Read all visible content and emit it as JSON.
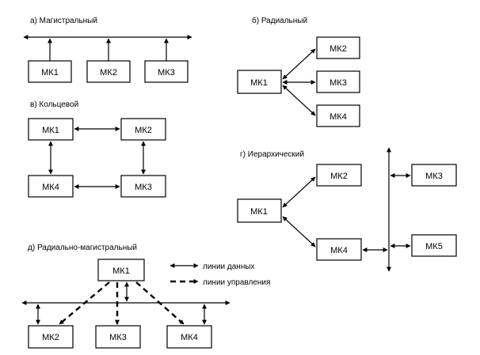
{
  "panels": {
    "a": {
      "title": "а) Магистральный",
      "boxes": [
        "МК1",
        "МК2",
        "МК3"
      ]
    },
    "b": {
      "title": "б) Радиальный",
      "center": "МК1",
      "boxes": [
        "МК2",
        "МК3",
        "МК4"
      ]
    },
    "v": {
      "title": "в) Кольцевой",
      "boxes": [
        "МК1",
        "МК2",
        "МК4",
        "МК3"
      ]
    },
    "g": {
      "title": "г) Иерархический",
      "boxes": [
        "МК1",
        "МК2",
        "МК4",
        "МК3",
        "МК5"
      ]
    },
    "d": {
      "title": "д) Радиально-магистральный",
      "top": "МК1",
      "boxes": [
        "МК2",
        "МК3",
        "МК4"
      ]
    }
  },
  "legend": {
    "data_lines": "линии данных",
    "control_lines": "линии управления"
  },
  "colors": {
    "stroke": "#000000",
    "background": "#ffffff"
  }
}
